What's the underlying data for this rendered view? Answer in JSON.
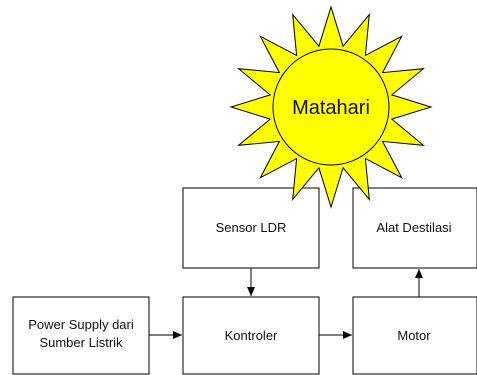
{
  "diagram": {
    "sun": {
      "label": "Matahari",
      "fill_color": "#ffff00"
    },
    "blocks": {
      "sensor": {
        "label": "Sensor LDR"
      },
      "distiller": {
        "label": "Alat Destilasi"
      },
      "power": {
        "line1": "Power Supply dari",
        "line2": "Sumber Listrik"
      },
      "controller": {
        "label": "Kontroler"
      },
      "motor": {
        "label": "Motor"
      }
    },
    "colors": {
      "line": "#000000",
      "box_fill": "#ffffff",
      "text": "#111111"
    }
  }
}
